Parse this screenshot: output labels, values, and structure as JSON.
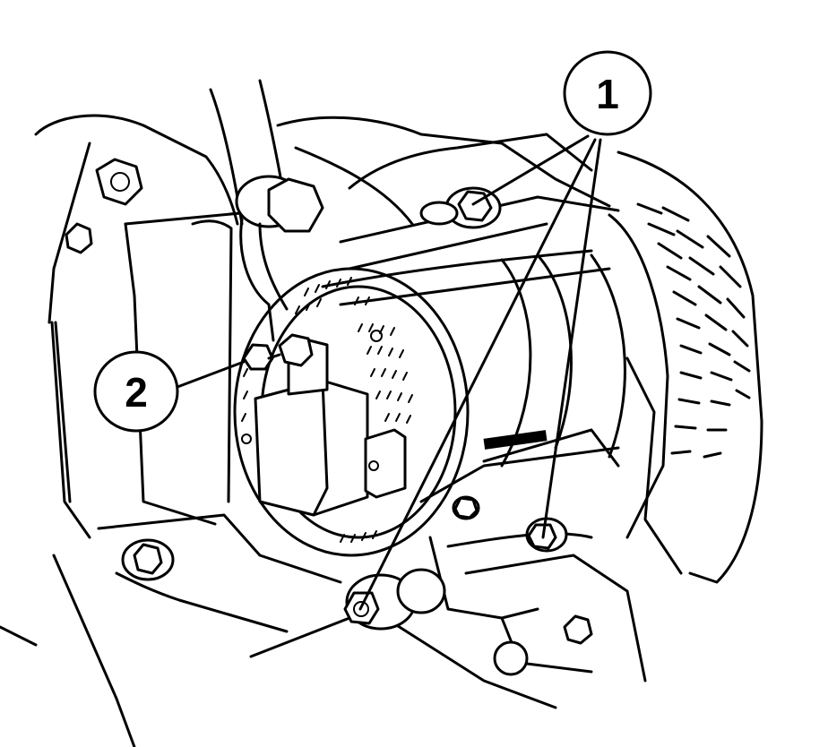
{
  "figure": {
    "description_free": true,
    "callouts": [
      {
        "id": "callout-1",
        "label": "1"
      },
      {
        "id": "callout-2",
        "label": "2"
      }
    ]
  }
}
